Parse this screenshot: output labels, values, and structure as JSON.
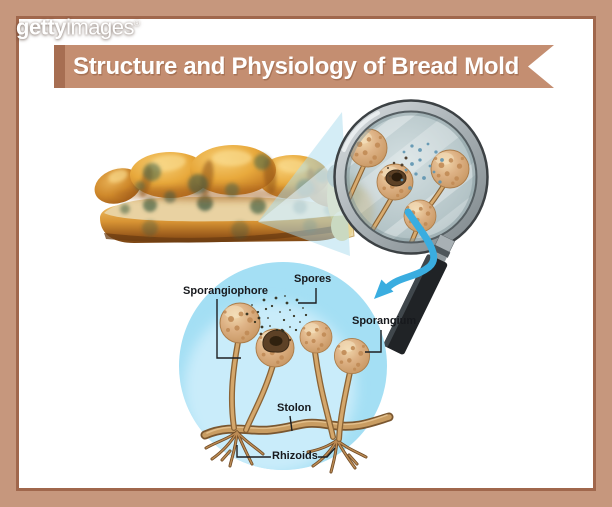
{
  "watermark": {
    "brand_bold": "getty",
    "brand_light": "images",
    "registered": "®"
  },
  "header": {
    "title": "Structure and Physiology of Bread Mold"
  },
  "diagram_labels": {
    "sporangiophore": "Sporangiophore",
    "spores": "Spores",
    "sporangium": "Sporangium",
    "stolon": "Stolon",
    "rhizoids": "Rhizoids"
  },
  "colors": {
    "frame": "#c6977d",
    "frame_line": "#a0674c",
    "ribbon": "#c48e71",
    "ribbon_dark": "#a76e52",
    "title_text": "#ffffff",
    "label_ink": "#17191d",
    "diagram_blue": "#a4dff4",
    "diagram_blue_light": "#c9ecfa",
    "arrow_blue": "#3aade0",
    "mold_tan": "#ddb184",
    "mold_green": "#4f6a4a",
    "bread_orange": "#e8a93c"
  }
}
